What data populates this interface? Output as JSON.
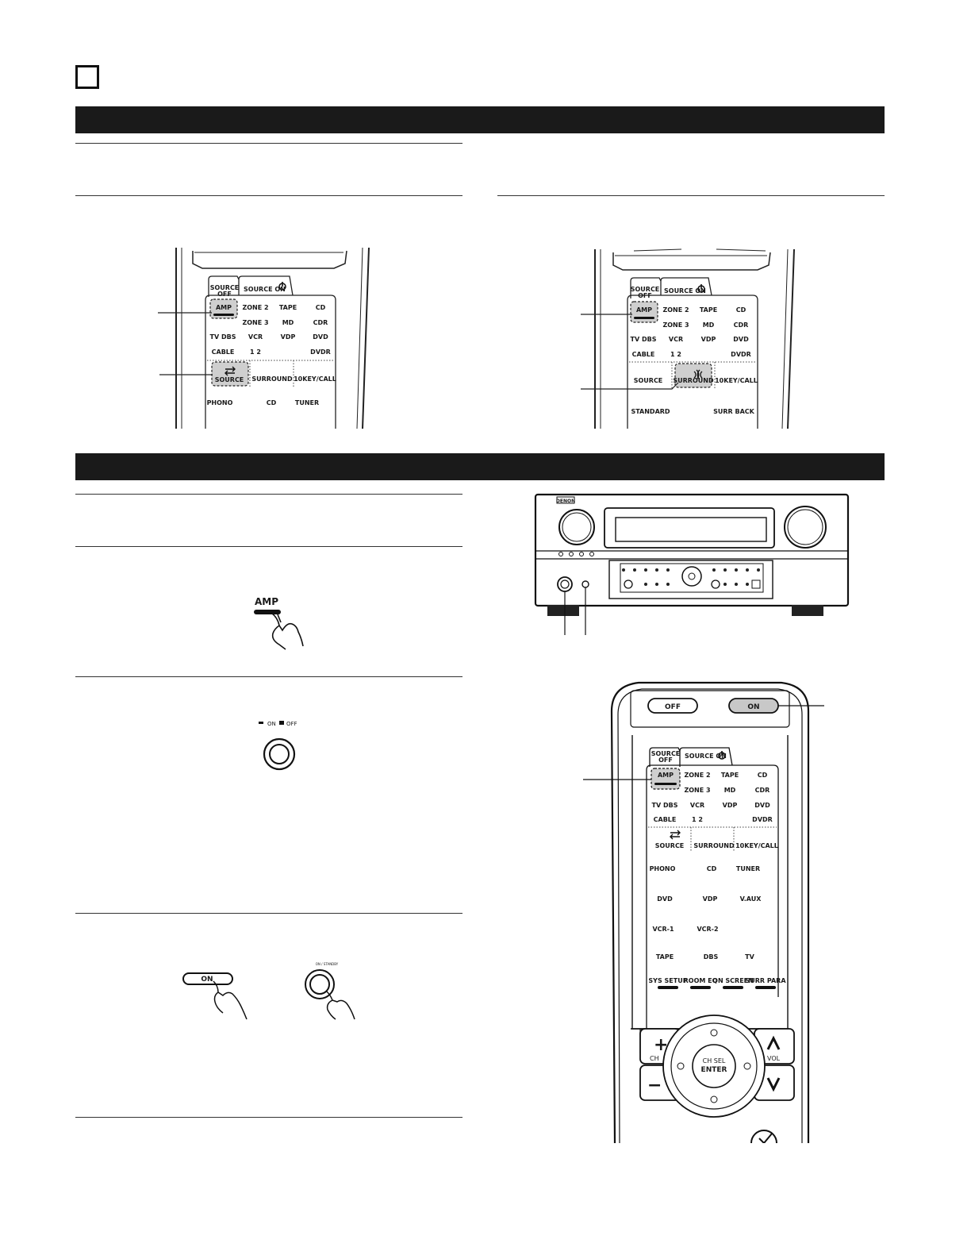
{
  "remote_top_left": {
    "tab_source_off": [
      "SOURCE",
      "OFF"
    ],
    "tab_source_on": "SOURCE ON",
    "rows": [
      [
        "AMP",
        "ZONE 2",
        "TAPE",
        "CD"
      ],
      [
        "",
        "ZONE 3",
        "MD",
        "CDR"
      ],
      [
        "TV DBS",
        "VCR",
        "VDP",
        "DVD"
      ],
      [
        "CABLE",
        "1 2",
        "",
        "DVDR"
      ]
    ],
    "mode_row": [
      "SOURCE",
      "SURROUND",
      "10KEY/CALL"
    ],
    "input_row": [
      "PHONO",
      "CD",
      "TUNER"
    ]
  },
  "remote_top_right": {
    "tab_source_off": [
      "SOURCE",
      "OFF"
    ],
    "tab_source_on": "SOURCE ON",
    "rows": [
      [
        "AMP",
        "ZONE 2",
        "TAPE",
        "CD"
      ],
      [
        "",
        "ZONE 3",
        "MD",
        "CDR"
      ],
      [
        "TV DBS",
        "VCR",
        "VDP",
        "DVD"
      ],
      [
        "CABLE",
        "1 2",
        "",
        "DVDR"
      ]
    ],
    "mode_row": [
      "SOURCE",
      "SURROUND",
      "10KEY/CALL"
    ],
    "surround_row": [
      "STANDARD",
      "SURR BACK"
    ]
  },
  "amp_press": {
    "label": "AMP"
  },
  "power_switch": {
    "label_on": "ON",
    "label_off": "OFF"
  },
  "on_press": {
    "label": "ON",
    "standby_label": "ON / STANDBY"
  },
  "receiver": {
    "brand": "DENON"
  },
  "remote_full": {
    "top_buttons": [
      "OFF",
      "ON"
    ],
    "tab_source_off": [
      "SOURCE",
      "OFF"
    ],
    "tab_source_on": "SOURCE ON",
    "rows": [
      [
        "AMP",
        "ZONE 2",
        "TAPE",
        "CD"
      ],
      [
        "",
        "ZONE 3",
        "MD",
        "CDR"
      ],
      [
        "TV DBS",
        "VCR",
        "VDP",
        "DVD"
      ],
      [
        "CABLE",
        "1 2",
        "",
        "DVDR"
      ]
    ],
    "mode_row": [
      "SOURCE",
      "SURROUND",
      "10KEY/CALL"
    ],
    "input_grid": [
      [
        "PHONO",
        "CD",
        "TUNER"
      ],
      [
        "DVD",
        "VDP",
        "V.AUX"
      ],
      [
        "VCR-1",
        "VCR-2",
        ""
      ],
      [
        "TAPE",
        "DBS",
        "TV"
      ]
    ],
    "setup_row": [
      "SYS SETUP",
      "ROOM EQ",
      "ON SCREEN",
      "SURR PARA"
    ],
    "ch_label": "CH",
    "vol_label": "VOL",
    "center_label": [
      "CH SEL",
      "ENTER"
    ]
  }
}
